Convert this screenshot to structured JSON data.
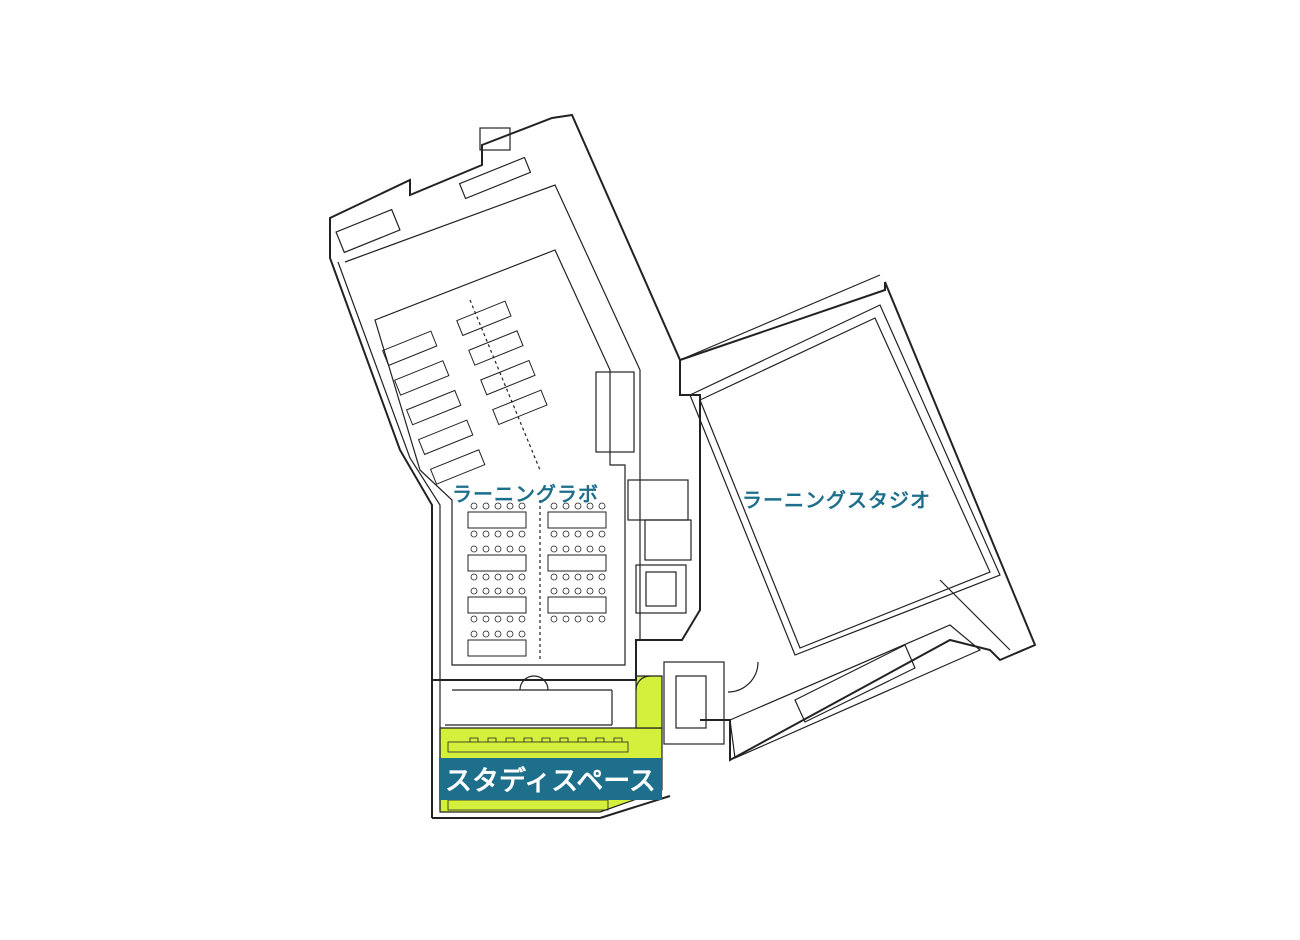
{
  "rooms": {
    "learning_lab": "ラーニングラボ",
    "learning_studio": "ラーニングスタジオ",
    "study_space": "スタディスペース"
  },
  "colors": {
    "line": "#222222",
    "highlight": "#d4f03c",
    "label_text": "#1d6f8c",
    "label_bg": "#1d6f8c",
    "background": "#ffffff"
  }
}
